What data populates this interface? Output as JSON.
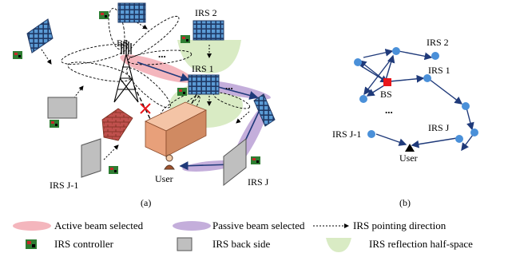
{
  "figure": {
    "panel_a": {
      "caption": "(a)",
      "labels": {
        "bs": "BS",
        "irs1": "IRS 1",
        "irs2": "IRS 2",
        "irsJ": "IRS J",
        "irsJm1": "IRS J-1",
        "user": "User",
        "dots_top": "...",
        "dots_right": "..."
      }
    },
    "panel_b": {
      "caption": "(b)",
      "labels": {
        "bs": "BS",
        "irs1": "IRS 1",
        "irs2": "IRS 2",
        "irsJ": "IRS J",
        "irsJm1": "IRS J-1",
        "user": "User",
        "dots": "..."
      }
    },
    "legend": {
      "active_beam": "Active beam selected",
      "passive_beam": "Passive beam selected",
      "pointing": "IRS pointing direction",
      "controller": "IRS controller",
      "back_side": "IRS back side",
      "half_space": "IRS reflection half-space"
    },
    "colors": {
      "active_beam": "#f4b6bd",
      "passive_beam": "#c4aedb",
      "half_space": "#d9ebc4",
      "irs_panel": "#1f3864",
      "irs_cell": "#5b9bd5",
      "node_blue": "#4a90d9",
      "arrow_navy": "#1f3a7a",
      "bs_red": "#e8161b",
      "blocked_x": "#e8161b",
      "back_side": "#bfbfbf",
      "wall": "#e8a07a",
      "controller_green": "#2e7d32",
      "controller_red": "#c62828"
    }
  }
}
